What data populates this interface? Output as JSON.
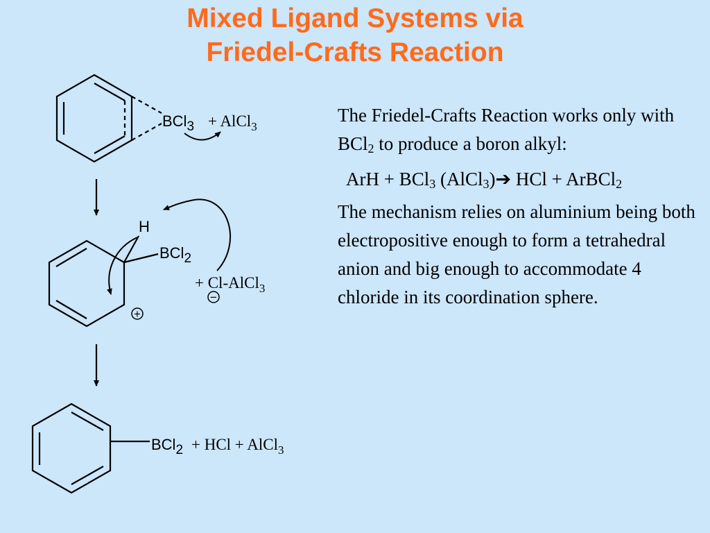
{
  "slide": {
    "title_line1": "Mixed Ligand Systems via",
    "title_line2": "Friedel-Crafts Reaction",
    "colors": {
      "background": "#cce6fa",
      "title": "#ff6a1a",
      "text": "#000000"
    }
  },
  "scheme": {
    "step1": {
      "reagent_main": "BCl",
      "reagent_sub": "3",
      "plus_main": "+ AlCl",
      "plus_sub": "3"
    },
    "step2": {
      "h_label": "H",
      "group_main": "BCl",
      "group_sub": "2",
      "anion_main": "+ Cl-AlCl",
      "anion_sub": "3",
      "minus": "−",
      "plus_charge": "+"
    },
    "step3": {
      "group_main": "BCl",
      "group_sub": "2",
      "products_main": "+ HCl + AlCl",
      "products_sub": "3"
    }
  },
  "text": {
    "p1_a": "The Friedel-Crafts Reaction works only with BCl",
    "p1_sub": "2",
    "p1_b": " to produce a boron alkyl:",
    "eq_a": "ArH + BCl",
    "eq_s1": "3",
    "eq_b": " (AlCl",
    "eq_s2": "3",
    "eq_c": ")",
    "eq_arrow": "➔",
    "eq_d": " HCl + ArBCl",
    "eq_s3": "2",
    "p2": "The mechanism relies on aluminium being both electropositive enough to form a tetrahedral anion and big enough to accommodate 4 chloride in its coordination sphere."
  }
}
